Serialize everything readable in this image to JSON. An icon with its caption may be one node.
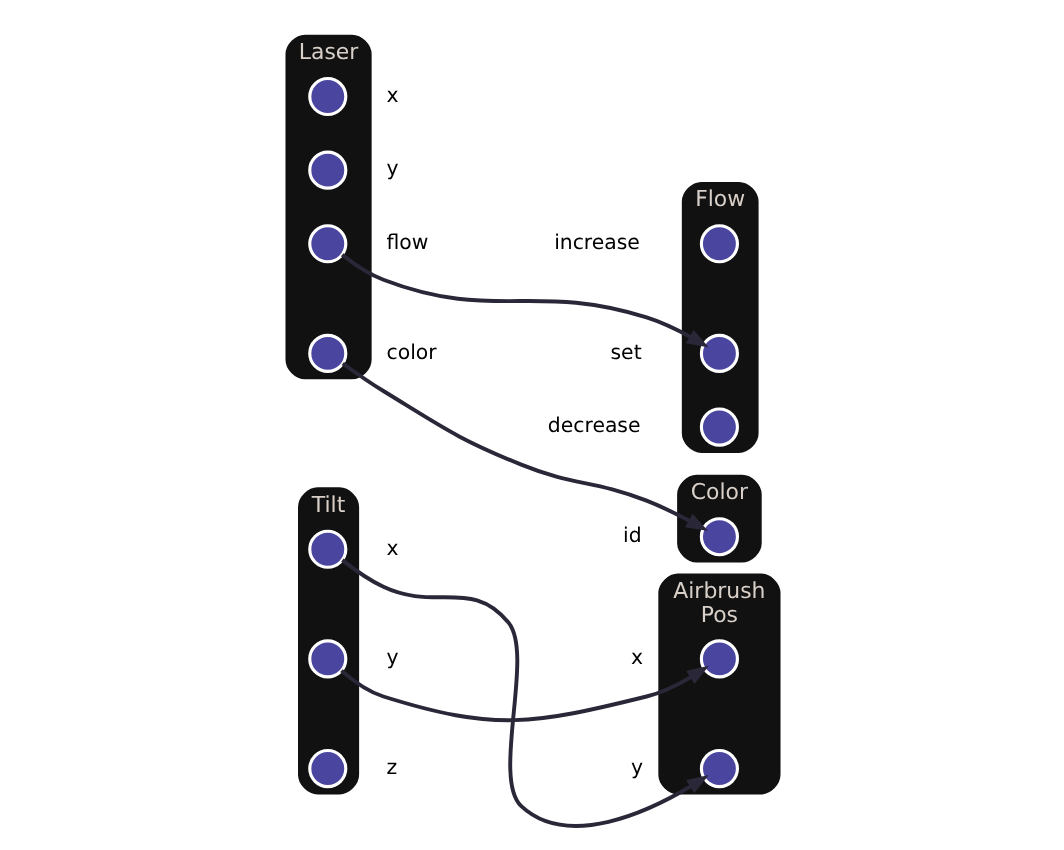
{
  "diagram": {
    "nodes": [
      {
        "text": [
          "Tilt"
        ]
      },
      {
        "text": [],
        "shape": "circle",
        "beside": [
          "x"
        ],
        "in": 0
      },
      {
        "text": [],
        "shape": "circle",
        "beside": [
          "y"
        ],
        "in": 0
      },
      {
        "text": [],
        "shape": "circle",
        "beside": [
          "z"
        ],
        "in": 0
      },
      {
        "text": [
          "Laser"
        ]
      },
      {
        "text": [],
        "shape": "circle",
        "beside": [
          "x"
        ],
        "in": 4
      },
      {
        "text": [],
        "shape": "circle",
        "beside": [
          "y"
        ],
        "in": 4
      },
      {
        "text": [],
        "shape": "circle",
        "beside": [
          "flow"
        ],
        "in": 4
      },
      {
        "text": [],
        "shape": "circle",
        "beside": [
          "color"
        ],
        "in": 4
      },
      {
        "text": [
          "Airbrush Pos"
        ]
      },
      {
        "text": [],
        "shape": "circle",
        "beside": [
          "x"
        ],
        "in": 9
      },
      {
        "text": [],
        "shape": "circle",
        "beside": [
          "y"
        ],
        "in": 9
      },
      {
        "text": [
          "Flow"
        ]
      },
      {
        "text": [],
        "shape": "circle",
        "beside": [
          "increase"
        ],
        "in": 12
      },
      {
        "text": [],
        "shape": "circle",
        "beside": [
          "decrease"
        ],
        "in": 12
      },
      {
        "text": [],
        "shape": "circle",
        "beside": [
          "set"
        ],
        "in": 12
      },
      {
        "text": [
          "Color"
        ]
      },
      {
        "text": [],
        "shape": "circle",
        "beside": [
          "id"
        ],
        "in": 16
      }
    ],
    "edges": [
      {
        "from": 1,
        "to": 11,
        "arrow": "to"
      },
      {
        "from": 2,
        "to": 10,
        "arrow": "to"
      },
      {
        "from": 7,
        "to": 15,
        "arrow": "to"
      },
      {
        "from": 8,
        "to": 17,
        "arrow": "to"
      }
    ]
  }
}
